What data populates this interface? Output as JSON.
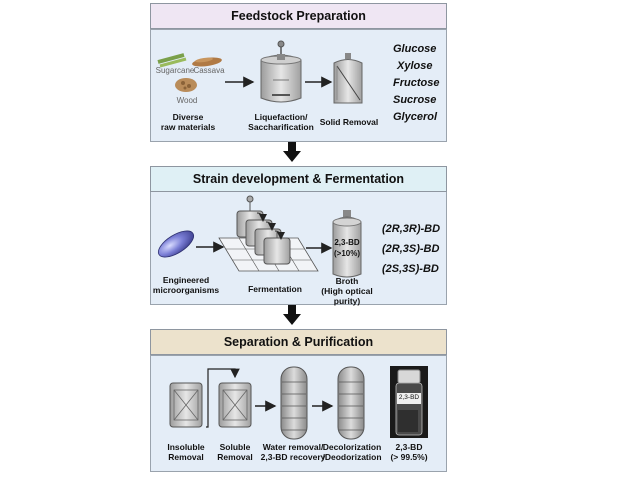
{
  "feedstock": {
    "title": "Feedstock Preparation",
    "raw": {
      "sugarcane": "Sugarcane",
      "cassava": "Cassava",
      "wood": "Wood",
      "caption1": "Diverse",
      "caption2": "raw materials"
    },
    "step1": {
      "line1": "Liquefaction/",
      "line2": "Saccharification"
    },
    "step2": "Solid Removal",
    "sugars": [
      "Glucose",
      "Xylose",
      "Fructose",
      "Sucrose",
      "Glycerol"
    ]
  },
  "strain": {
    "title": "Strain development & Fermentation",
    "micro": {
      "line1": "Engineered",
      "line2": "microorganisms"
    },
    "fermentation": "Fermentation",
    "broth": {
      "tank_line1": "2,3-BD",
      "tank_line2": "(>10%)",
      "cap1": "Broth",
      "cap2": "(High optical",
      "cap3": "purity)"
    },
    "isomers": [
      "(2R,3R)-BD",
      "(2R,3S)-BD",
      "(2S,3S)-BD"
    ]
  },
  "separation": {
    "title": "Separation & Purification",
    "steps": [
      {
        "line1": "Insoluble",
        "line2": "Removal"
      },
      {
        "line1": "Soluble",
        "line2": "Removal"
      },
      {
        "line1": "Water removal/",
        "line2": "2,3-BD recovery"
      },
      {
        "line1": "Decolorization",
        "line2": "/Deodorization"
      }
    ],
    "bottle_label": "2,3-BD",
    "product": {
      "line1": "2,3-BD",
      "line2": "(> 99.5%)"
    }
  },
  "colors": {
    "panel_bg": "#e4edf7",
    "header1_bg": "#efe6f3",
    "header2_bg": "#dff0f5",
    "header3_bg": "#ece2cc"
  }
}
